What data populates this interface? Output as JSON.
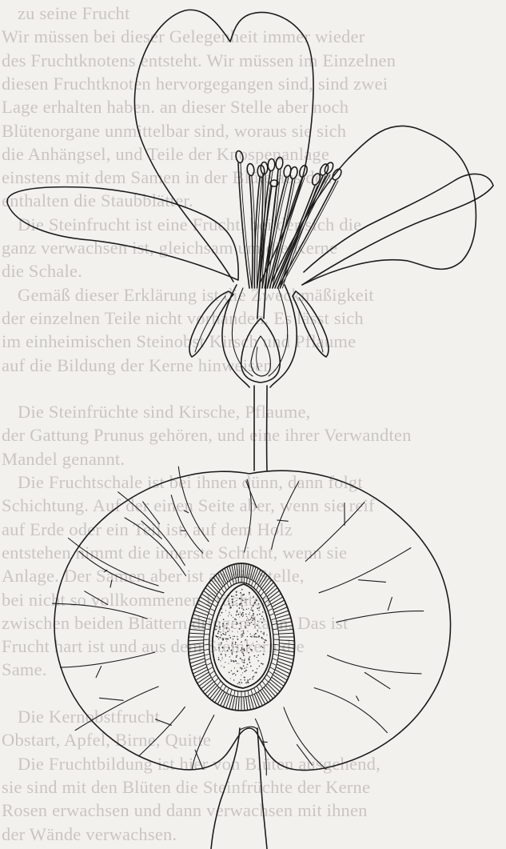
{
  "background_text": {
    "lines": [
      "zu seine Frucht",
      "Wir müssen bei dieser Gelegenheit immer wieder",
      "des Fruchtknotens entsteht. Wir müssen im Einzelnen",
      "diesen Fruchtknoten hervorgegangen sind, sind zwei",
      "Lage erhalten haben. an dieser Stelle aber noch",
      "Blütenorgane unmittelbar sind, woraus sie sich",
      "die Anhängsel, und Teile der Knospenanlage",
      "einstens mit dem Samen in der Blüte aus den",
      "enthalten die Staubblätter.",
      "Die Steinfrucht ist eine Frucht, bei der sich die",
      "ganz verwachsen ist, gleichsam um die Kerne",
      "die Schale.",
      "Gemäß dieser Erklärung ist die Zweckmäßigkeit",
      "der einzelnen Teile nicht vorhanden. Es lässt sich",
      "im einheimischen Steinobst Kirsch und Pflaume",
      "auf die Bildung der Kerne hinweisen.",
      "",
      "Die Steinfrüchte sind Kirsche, Pflaume,",
      "der Gattung Prunus gehören, und eine ihrer Verwandten",
      "Mandel genannt.",
      "Die Fruchtschale ist bei ihnen dünn, dann folgt",
      "Schichtung. Auf der einen Seite aber, wenn sie reif",
      "auf Erde oder ein Teil ist, auf dem Holz",
      "entstehen nimmt die innerste Schicht, wenn sie",
      "Anlage. Der Samen aber ist an die Stelle,",
      "bei nicht so vollkommenen Früchten",
      "zwischen beiden Blättern dringen kann. Das ist",
      "Frucht hart ist und aus dem Steinkern die",
      "Same.",
      "",
      "Die Kernobstfrucht",
      "Obstart, Apfel, Birne, Quitte",
      "Die Fruchtbildung ist hier von Blüten ausgehend,",
      "sie sind mit den Blüten die Steinfrüchte der Kerne",
      "Rosen erwachsen und dann verwachsen mit ihnen",
      "der Wände verwachsen."
    ]
  },
  "illustration": {
    "flower_label": "",
    "fruit_label": ""
  }
}
